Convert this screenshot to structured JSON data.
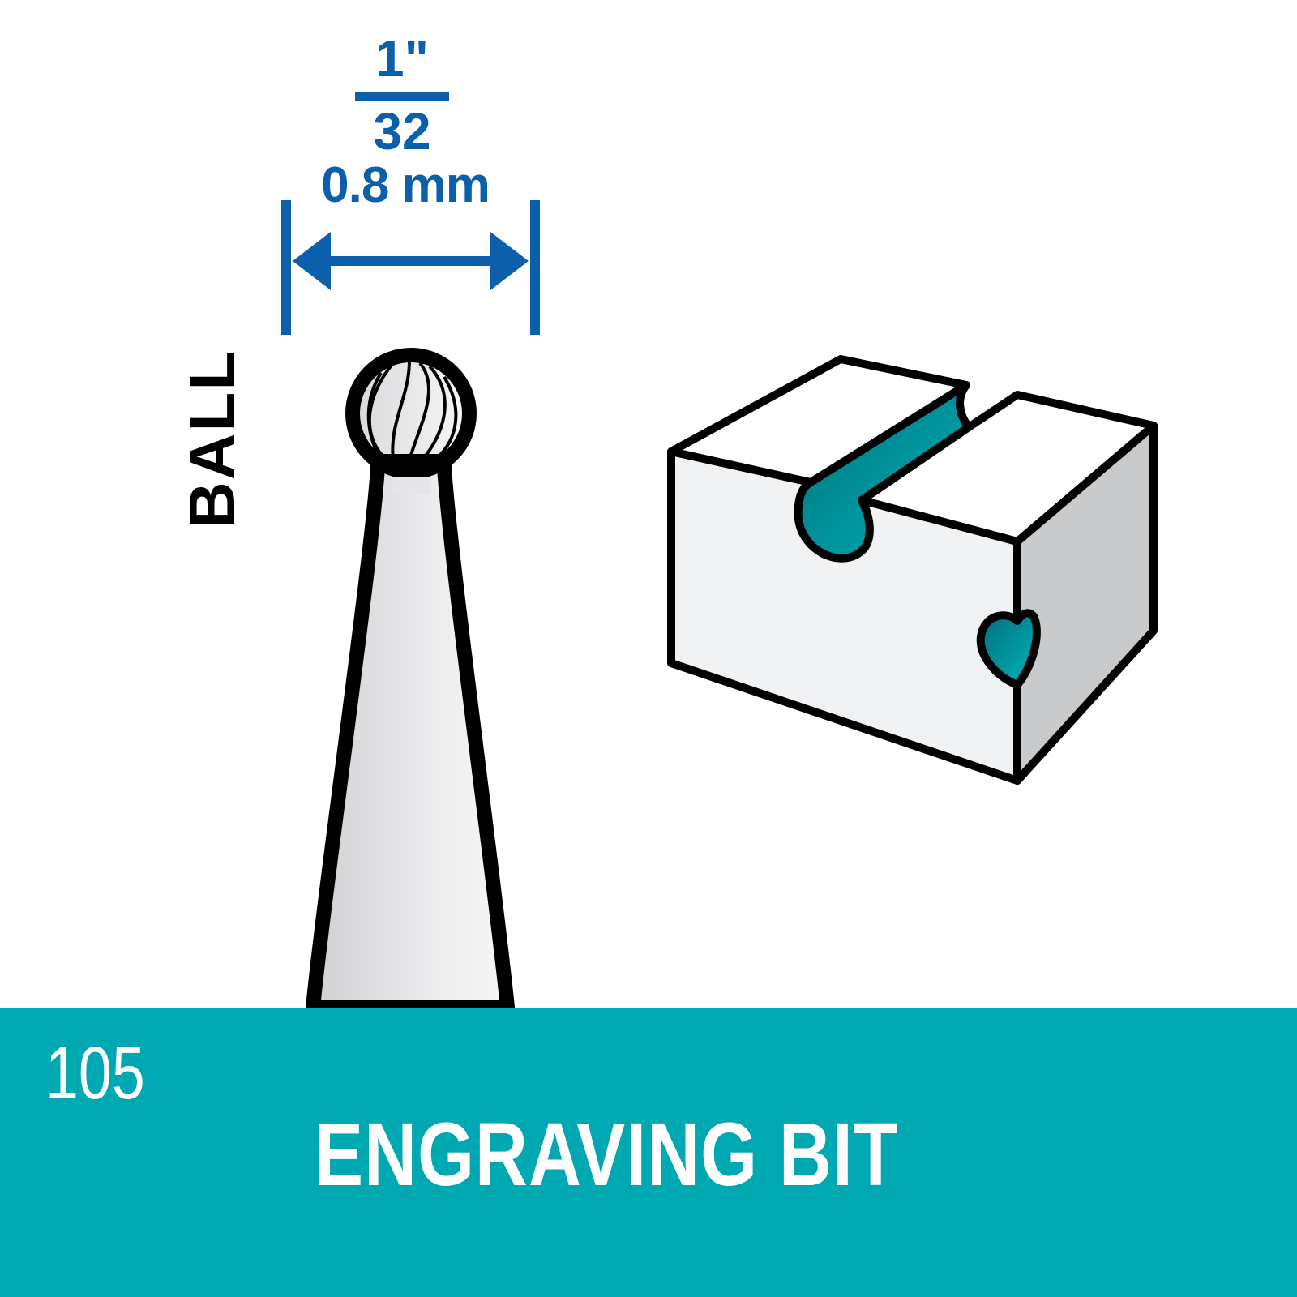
{
  "dimension": {
    "fraction_numerator": "1\"",
    "fraction_denominator": "32",
    "metric": "0.8 mm"
  },
  "shape_label": "BALL",
  "banner": {
    "model_number": "105",
    "product_name": "ENGRAVING BIT"
  },
  "colors": {
    "dimension_blue": "#0b5fab",
    "banner_teal": "#00a8b1",
    "cut_teal": "#00959c",
    "outline": "#000000",
    "face_light": "#f1f2f4",
    "face_dark": "#c9cacc"
  },
  "icons": [
    "dimension-arrow-icon",
    "ball-bit-icon",
    "engraved-block-icon"
  ]
}
